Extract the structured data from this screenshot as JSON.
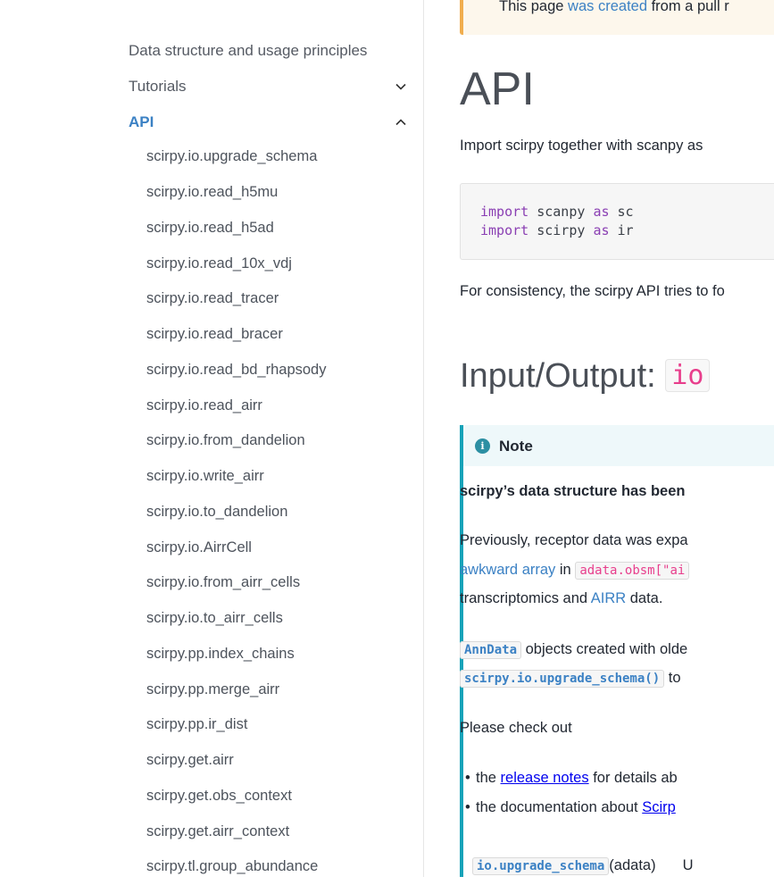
{
  "sidebar": {
    "top_items": [
      {
        "label": "Data structure and usage principles"
      },
      {
        "label": "Tutorials",
        "icon": "chevron-down-icon"
      },
      {
        "label": "API",
        "icon": "chevron-up-icon",
        "active": true
      }
    ],
    "api_items": [
      "scirpy.io.upgrade_schema",
      "scirpy.io.read_h5mu",
      "scirpy.io.read_h5ad",
      "scirpy.io.read_10x_vdj",
      "scirpy.io.read_tracer",
      "scirpy.io.read_bracer",
      "scirpy.io.read_bd_rhapsody",
      "scirpy.io.read_airr",
      "scirpy.io.from_dandelion",
      "scirpy.io.write_airr",
      "scirpy.io.to_dandelion",
      "scirpy.io.AirrCell",
      "scirpy.io.from_airr_cells",
      "scirpy.io.to_airr_cells",
      "scirpy.pp.index_chains",
      "scirpy.pp.merge_airr",
      "scirpy.pp.ir_dist",
      "scirpy.get.airr",
      "scirpy.get.obs_context",
      "scirpy.get.airr_context",
      "scirpy.tl.group_abundance"
    ]
  },
  "banner": {
    "prefix": "This page ",
    "link": "was created",
    "suffix": " from a pull r"
  },
  "main": {
    "title": "API",
    "intro": "Import scirpy together with scanpy as",
    "code": [
      {
        "kw1": "import",
        "mod": " scanpy ",
        "kw2": "as",
        "alias": " sc"
      },
      {
        "kw1": "import",
        "mod": " scirpy ",
        "kw2": "as",
        "alias": " ir"
      }
    ],
    "consistency": "For consistency, the scirpy API tries to fo",
    "section_title": "Input/Output: ",
    "section_code": "io"
  },
  "note": {
    "title": "Note",
    "bold_line": "scirpy’s data structure has been",
    "l1": "Previously, receptor data was expa",
    "l2_link": "awkward array",
    "l2_in": " in ",
    "l2_code": "adata.obsm[\"ai",
    "l3_pre": "transcriptomics and ",
    "l3_link": "AIRR",
    "l3_post": " data.",
    "l4_code": "AnnData",
    "l4_text": " objects created with olde",
    "l5_code": "scirpy.io.upgrade_schema()",
    "l5_text": " to",
    "check": "Please check out",
    "b1_pre": "the ",
    "b1_link": "release notes",
    "b1_post": " for details ab",
    "b2_pre": "the documentation about ",
    "b2_link": "Scirp",
    "last_code": "io.upgrade_schema",
    "last_text": "(adata)",
    "last_tail": "U"
  },
  "colors": {
    "accent": "#3b81c4",
    "warning": "#f0ad4e",
    "note": "#17a2b8",
    "code_pink": "#e83e8c"
  }
}
